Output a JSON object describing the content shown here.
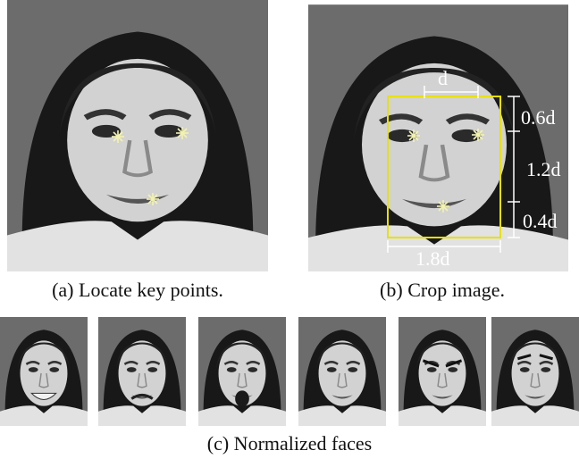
{
  "figure": {
    "panel_a": {
      "caption": "(a) Locate key points."
    },
    "panel_b": {
      "caption": "(b) Crop image.",
      "labels": {
        "d_top": "d",
        "ratio_top": "0.6d",
        "ratio_middle": "1.2d",
        "ratio_bottom": "0.4d",
        "width_bottom": "1.8d"
      },
      "crop_box_color": "#e8e000",
      "keypoint_color": "#f3f3b0"
    },
    "panel_c": {
      "caption": "(c) Normalized faces"
    }
  }
}
